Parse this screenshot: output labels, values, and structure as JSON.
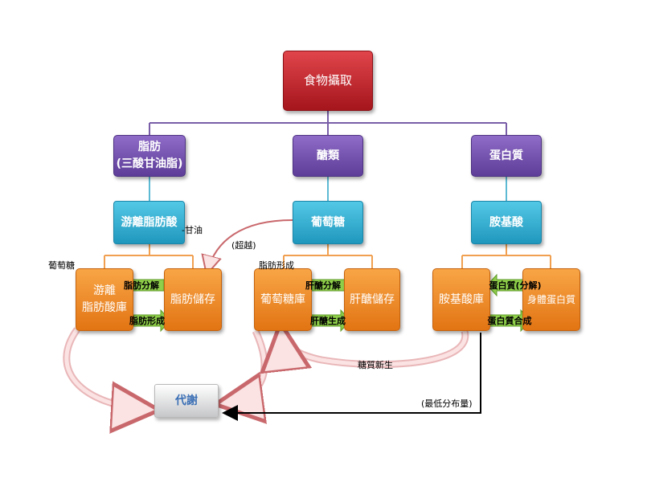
{
  "nodes": {
    "food_intake": "食物攝取",
    "fat_line1": "脂肪",
    "fat_line2": "(三酸甘油脂)",
    "carbs": "醣類",
    "protein": "蛋白質",
    "free_fatty_acid": "游離脂肪酸",
    "glucose": "葡萄糖",
    "amino_acid": "胺基酸",
    "ffa_pool_line1": "游離",
    "ffa_pool_line2": "脂肪酸庫",
    "fat_storage": "脂肪儲存",
    "glucose_pool": "葡萄糖庫",
    "glycogen_storage": "肝醣儲存",
    "amino_acid_pool": "胺基酸庫",
    "body_protein": "身體蛋白質",
    "metabolism": "代謝"
  },
  "arrows": {
    "lipolysis": "脂肪分解",
    "lipogenesis": "脂肪形成",
    "glycogenolysis": "肝醣分解",
    "glycogenesis": "肝醣生成",
    "protein_breakdown": "蛋白質(分解)",
    "protein_synthesis": "蛋白質合成"
  },
  "labels": {
    "glycerol": "-甘油",
    "excess": "(超越)",
    "glucose_left": "葡萄糖",
    "fat_formation": "脂肪形成",
    "gluconeogenesis": "糖質新生",
    "min_distribution": "(最低分布量)"
  },
  "colors": {
    "red": "#c0262d",
    "purple": "#6f4fab",
    "cyan": "#31aed4",
    "orange": "#f08a26",
    "green_arrow": "#8fcf4a",
    "connector_purple": "#7a5fa8",
    "connector_cyan": "#5cbad4",
    "connector_orange": "#f0a050"
  }
}
